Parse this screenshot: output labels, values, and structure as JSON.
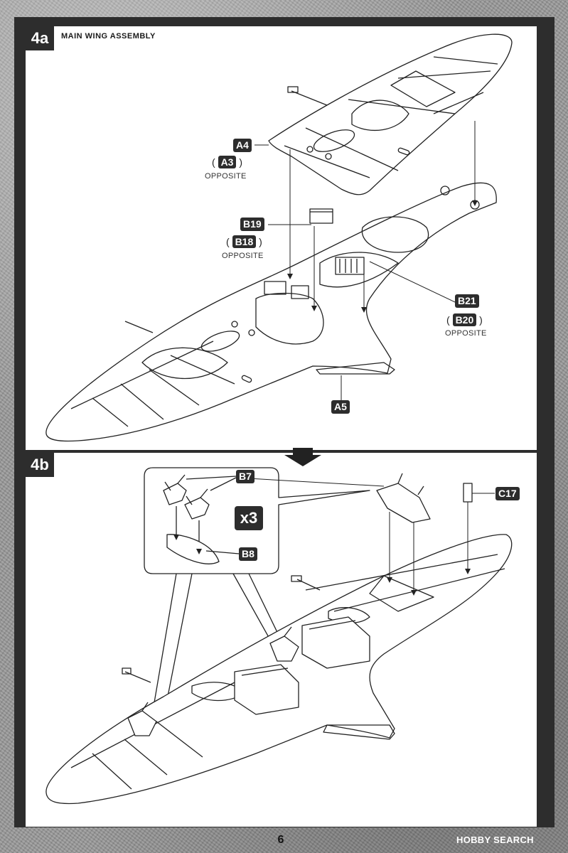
{
  "step_a": {
    "number": "4a",
    "title": "MAIN WING ASSEMBLY",
    "parts": {
      "a4": "A4",
      "a3": "A3",
      "b19": "B19",
      "b18": "B18",
      "b21": "B21",
      "b20": "B20",
      "a5": "A5"
    },
    "opposite_label": "OPPOSITE"
  },
  "step_b": {
    "number": "4b",
    "parts": {
      "b7": "B7",
      "b8": "B8",
      "c17": "C17"
    },
    "multiplier": "x3"
  },
  "footer": {
    "page_number": "6",
    "watermark": "HOBBY SEARCH"
  },
  "colors": {
    "frame": "#2d2d2d",
    "panel": "#ffffff",
    "line": "#222222"
  }
}
